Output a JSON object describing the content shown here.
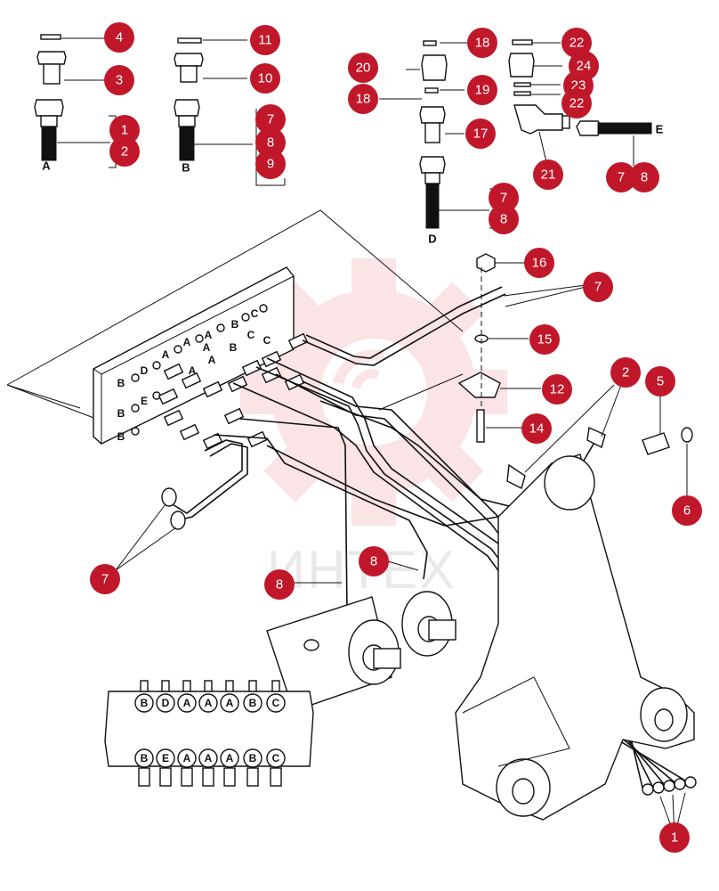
{
  "watermark": {
    "text": "ИНТЕХ"
  },
  "callouts": [
    {
      "label": "4"
    },
    {
      "label": "3"
    },
    {
      "label": "1"
    },
    {
      "label": "2"
    },
    {
      "label": "11"
    },
    {
      "label": "10"
    },
    {
      "label": "7"
    },
    {
      "label": "8"
    },
    {
      "label": "9"
    },
    {
      "label": "18"
    },
    {
      "label": "20"
    },
    {
      "label": "19"
    },
    {
      "label": "18"
    },
    {
      "label": "17"
    },
    {
      "label": "22"
    },
    {
      "label": "24"
    },
    {
      "label": "23"
    },
    {
      "label": "22"
    },
    {
      "label": "21"
    },
    {
      "label": "7"
    },
    {
      "label": "8"
    },
    {
      "label": "7"
    },
    {
      "label": "8"
    },
    {
      "label": "16"
    },
    {
      "label": "7"
    },
    {
      "label": "15"
    },
    {
      "label": "12"
    },
    {
      "label": "14"
    },
    {
      "label": "2"
    },
    {
      "label": "5"
    },
    {
      "label": "6"
    },
    {
      "label": "7"
    },
    {
      "label": "8"
    },
    {
      "label": "8"
    },
    {
      "label": "1"
    }
  ],
  "hose_letters": {
    "a": "A",
    "b": "B",
    "d": "D",
    "e": "E"
  },
  "block_ports": [
    "B",
    "D",
    "B",
    "E",
    "B",
    "A",
    "A",
    "A",
    "A",
    "A",
    "A",
    "B",
    "B",
    "C",
    "C",
    "C"
  ],
  "valve_bank": {
    "top_row": [
      "B",
      "D",
      "A",
      "A",
      "A",
      "B",
      "C"
    ],
    "bottom_row": [
      "B",
      "E",
      "A",
      "A",
      "A",
      "B",
      "C"
    ]
  }
}
